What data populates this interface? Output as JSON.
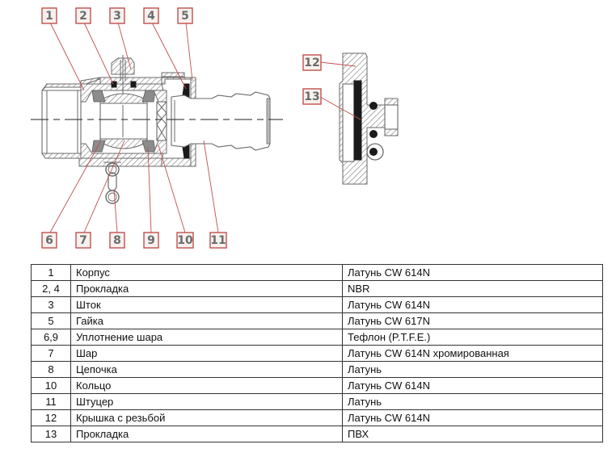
{
  "diagram": {
    "title": "",
    "callouts_top": [
      "1",
      "2",
      "3",
      "4",
      "5"
    ],
    "callouts_bottom": [
      "6",
      "7",
      "8",
      "9",
      "10",
      "11"
    ],
    "callouts_side": [
      "12",
      "13"
    ],
    "colors": {
      "callout_border": "#c0504d",
      "leader_line": "#c0504d",
      "callout_fill": "#f6f1ee",
      "callout_text": "#6b6b6b",
      "drawing_line": "#6a6a6a",
      "seal_dark": "#1a1a1a",
      "seal_gray": "#8c8c8c"
    }
  },
  "parts_table": {
    "rows": [
      {
        "num": "1",
        "name": "Корпус",
        "material": "Латунь CW 614N"
      },
      {
        "num": "2, 4",
        "name": "Прокладка",
        "material": "NBR"
      },
      {
        "num": "3",
        "name": "Шток",
        "material": "Латунь CW 614N"
      },
      {
        "num": "5",
        "name": "Гайка",
        "material": "Латунь CW 617N"
      },
      {
        "num": "6,9",
        "name": "Уплотнение шара",
        "material": "Тефлон (P.T.F.E.)"
      },
      {
        "num": "7",
        "name": "Шар",
        "material": "Латунь CW 614N хромированная"
      },
      {
        "num": "8",
        "name": "Цепочка",
        "material": "Латунь"
      },
      {
        "num": "10",
        "name": "Кольцо",
        "material": "Латунь CW 614N"
      },
      {
        "num": "11",
        "name": "Штуцер",
        "material": "Латунь"
      },
      {
        "num": "12",
        "name": "Крышка с резьбой",
        "material": "Латунь CW 614N"
      },
      {
        "num": "13",
        "name": "Прокладка",
        "material": "ПВХ"
      }
    ]
  }
}
